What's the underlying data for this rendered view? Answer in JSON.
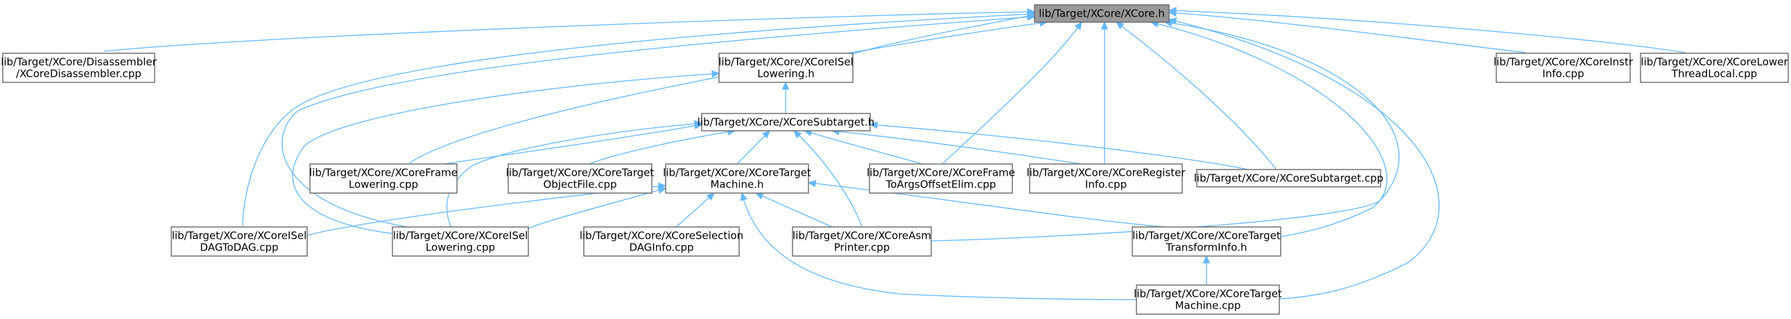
{
  "colors": {
    "edge": "#63b8ff",
    "node_border": "#666666",
    "root_fill": "#999999",
    "node_fill": "#ffffff"
  },
  "nodes": [
    {
      "id": "xcore_h",
      "lines": [
        "lib/Target/XCore/XCore.h"
      ]
    },
    {
      "id": "disasm_cpp",
      "lines": [
        "lib/Target/XCore/Disassembler",
        "/XCoreDisassembler.cpp"
      ]
    },
    {
      "id": "isel_lowering_h",
      "lines": [
        "lib/Target/XCore/XCoreISel",
        "Lowering.h"
      ]
    },
    {
      "id": "instrinfo_cpp",
      "lines": [
        "lib/Target/XCore/XCoreInstr",
        "Info.cpp"
      ]
    },
    {
      "id": "lowerthreadlocal_cpp",
      "lines": [
        "lib/Target/XCore/XCoreLower",
        "ThreadLocal.cpp"
      ]
    },
    {
      "id": "subtarget_h",
      "lines": [
        "lib/Target/XCore/XCoreSubtarget.h"
      ]
    },
    {
      "id": "framelowering_cpp",
      "lines": [
        "lib/Target/XCore/XCoreFrame",
        "Lowering.cpp"
      ]
    },
    {
      "id": "objfile_cpp",
      "lines": [
        "lib/Target/XCore/XCoreTarget",
        "ObjectFile.cpp"
      ]
    },
    {
      "id": "targetmachine_h",
      "lines": [
        "lib/Target/XCore/XCoreTarget",
        "Machine.h"
      ]
    },
    {
      "id": "frametoargs_cpp",
      "lines": [
        "lib/Target/XCore/XCoreFrame",
        "ToArgsOffsetElim.cpp"
      ]
    },
    {
      "id": "reginfo_cpp",
      "lines": [
        "lib/Target/XCore/XCoreRegister",
        "Info.cpp"
      ]
    },
    {
      "id": "subtarget_cpp",
      "lines": [
        "lib/Target/XCore/XCoreSubtarget.cpp"
      ]
    },
    {
      "id": "iseldag_cpp",
      "lines": [
        "lib/Target/XCore/XCoreISel",
        "DAGToDAG.cpp"
      ]
    },
    {
      "id": "isellowering_cpp",
      "lines": [
        "lib/Target/XCore/XCoreISel",
        "Lowering.cpp"
      ]
    },
    {
      "id": "seldag_cpp",
      "lines": [
        "lib/Target/XCore/XCoreSelection",
        "DAGInfo.cpp"
      ]
    },
    {
      "id": "asmprinter_cpp",
      "lines": [
        "lib/Target/XCore/XCoreAsm",
        "Printer.cpp"
      ]
    },
    {
      "id": "tti_h",
      "lines": [
        "lib/Target/XCore/XCoreTarget",
        "TransformInfo.h"
      ]
    },
    {
      "id": "targetmachine_cpp",
      "lines": [
        "lib/Target/XCore/XCoreTarget",
        "Machine.cpp"
      ]
    }
  ],
  "edges": [
    [
      "xcore_h",
      "disasm_cpp"
    ],
    [
      "xcore_h",
      "isel_lowering_h"
    ],
    [
      "xcore_h",
      "instrinfo_cpp"
    ],
    [
      "xcore_h",
      "lowerthreadlocal_cpp"
    ],
    [
      "xcore_h",
      "framelowering_cpp"
    ],
    [
      "xcore_h",
      "frametoargs_cpp"
    ],
    [
      "xcore_h",
      "reginfo_cpp"
    ],
    [
      "xcore_h",
      "subtarget_cpp"
    ],
    [
      "xcore_h",
      "iseldag_cpp"
    ],
    [
      "xcore_h",
      "isellowering_cpp"
    ],
    [
      "xcore_h",
      "asmprinter_cpp"
    ],
    [
      "xcore_h",
      "tti_h"
    ],
    [
      "xcore_h",
      "targetmachine_cpp"
    ],
    [
      "isel_lowering_h",
      "subtarget_h"
    ],
    [
      "isel_lowering_h",
      "isellowering_cpp"
    ],
    [
      "subtarget_h",
      "framelowering_cpp"
    ],
    [
      "subtarget_h",
      "objfile_cpp"
    ],
    [
      "subtarget_h",
      "targetmachine_h"
    ],
    [
      "subtarget_h",
      "frametoargs_cpp"
    ],
    [
      "subtarget_h",
      "reginfo_cpp"
    ],
    [
      "subtarget_h",
      "subtarget_cpp"
    ],
    [
      "subtarget_h",
      "isellowering_cpp"
    ],
    [
      "subtarget_h",
      "asmprinter_cpp"
    ],
    [
      "targetmachine_h",
      "iseldag_cpp"
    ],
    [
      "targetmachine_h",
      "isellowering_cpp"
    ],
    [
      "targetmachine_h",
      "seldag_cpp"
    ],
    [
      "targetmachine_h",
      "asmprinter_cpp"
    ],
    [
      "targetmachine_h",
      "tti_h"
    ],
    [
      "targetmachine_h",
      "targetmachine_cpp"
    ],
    [
      "tti_h",
      "targetmachine_cpp"
    ]
  ]
}
